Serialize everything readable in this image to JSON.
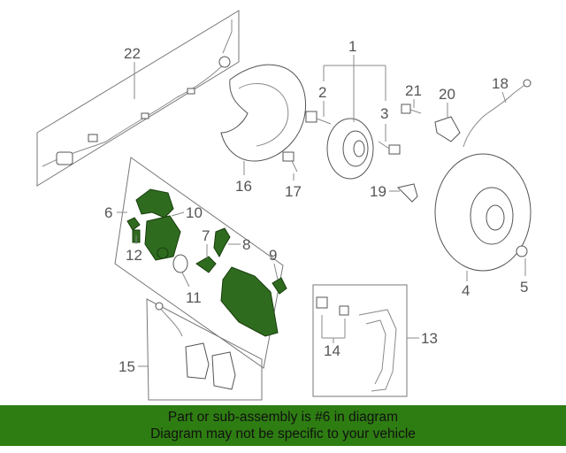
{
  "diagram": {
    "callouts": {
      "n1": "1",
      "n2": "2",
      "n3": "3",
      "n4": "4",
      "n5": "5",
      "n6": "6",
      "n7": "7",
      "n8": "8",
      "n9": "9",
      "n10": "10",
      "n11": "11",
      "n12": "12",
      "n13": "13",
      "n14": "14",
      "n15": "15",
      "n16": "16",
      "n17": "17",
      "n18": "18",
      "n19": "19",
      "n20": "20",
      "n21": "21",
      "n22": "22"
    },
    "highlight_color": "#2f6b1f"
  },
  "banner": {
    "line1": "Part or sub-assembly is #6 in diagram",
    "line2": "Diagram may not be specific to your vehicle",
    "background": "#2e7d12"
  }
}
